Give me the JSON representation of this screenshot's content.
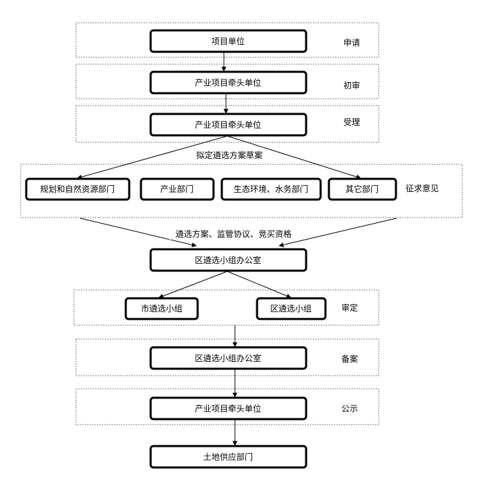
{
  "nodes": {
    "applicant": "项目单位",
    "lead_unit_1": "产业项目牵头单位",
    "lead_unit_2": "产业项目牵头单位",
    "dept_planning": "规划和自然资源部门",
    "dept_industry": "产业部门",
    "dept_ecology": "生态环境、水务部门",
    "dept_other": "其它部门",
    "district_office_1": "区遴选小组办公室",
    "city_group": "市遴选小组",
    "district_group": "区遴选小组",
    "district_office_2": "区遴选小组办公室",
    "lead_unit_3": "产业项目牵头单位",
    "land_supply": "土地供应部门"
  },
  "stages": {
    "apply": "申请",
    "preliminary": "初审",
    "accept": "受理",
    "consult": "征求意见",
    "approve": "审定",
    "record": "备案",
    "publicize": "公示"
  },
  "edge_labels": {
    "draft": "拟定遴选方案草案",
    "documents": "遴选方案、监管协议、竞买资格"
  }
}
